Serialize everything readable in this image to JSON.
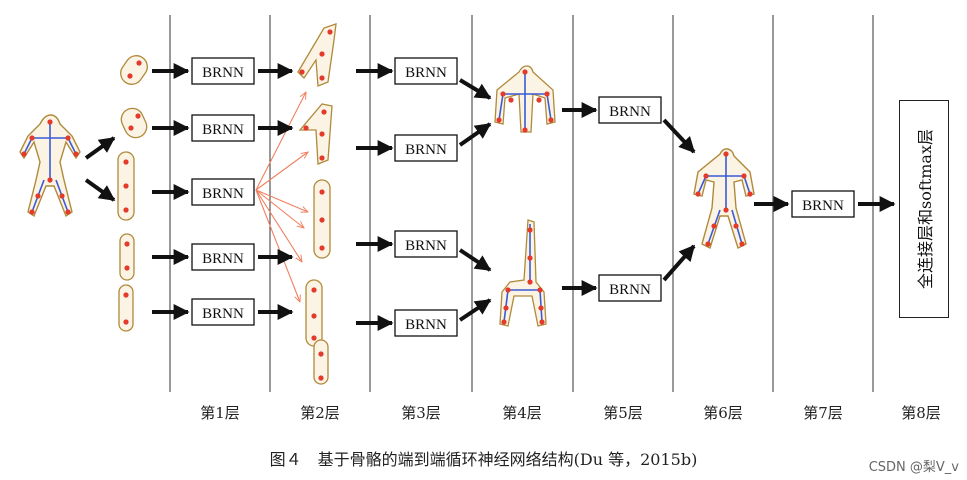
{
  "layers": [
    "第1层",
    "第2层",
    "第3层",
    "第4层",
    "第5层",
    "第6层",
    "第7层",
    "第8层"
  ],
  "rnn_label": "BRNN",
  "final_layer_label": "全连接层和softmax层",
  "caption": "图４　基于骨骼的端到端循环神经网络结构(Du 等，2015b)",
  "watermark": "CSDN @梨V_v",
  "colors": {
    "arrow": "#111111",
    "fan_arrow": "#f08060",
    "limb_outline": "#b08a3a",
    "limb_fill": "#fbf3e4",
    "bone": "#3b5bd6",
    "joint": "#e23b2b"
  }
}
